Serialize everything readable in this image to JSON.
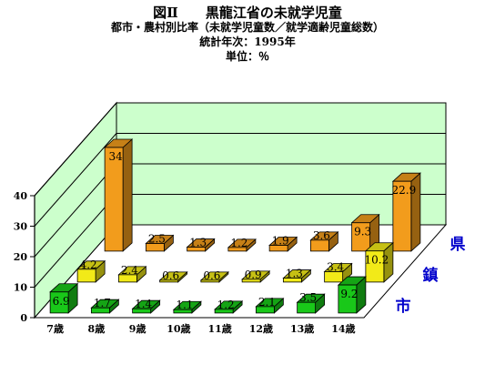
{
  "chart_data": {
    "type": "bar",
    "title": "図Ⅱ　　黒龍江省の未就学児童",
    "subtitle": "都市・農村別比率（未就学児童数／就学適齢児童総数）",
    "stat_year": "統計年次：1995年",
    "unit": "単位：％",
    "categories": [
      "7歳",
      "8歳",
      "9歳",
      "10歳",
      "11歳",
      "12歳",
      "13歳",
      "14歳"
    ],
    "ylim": [
      0,
      40
    ],
    "yticks": [
      "0",
      "10",
      "20",
      "30",
      "40"
    ],
    "series": [
      {
        "name": "市",
        "color": "#19c819",
        "values": [
          6.9,
          1.7,
          1.4,
          1.1,
          1.2,
          2.1,
          3.5,
          9.2
        ]
      },
      {
        "name": "鎮",
        "color": "#f2ea18",
        "values": [
          4.2,
          2.4,
          0.6,
          0.6,
          0.9,
          1.3,
          3.4,
          10.2
        ]
      },
      {
        "name": "県",
        "color": "#f29c1c",
        "values": [
          34,
          2.5,
          1.3,
          1.2,
          1.9,
          3.6,
          9.3,
          22.9
        ]
      }
    ],
    "series_label_color": "#0000cc",
    "wall_color": "#ccffcc",
    "grid": true,
    "legend_placement": "right"
  }
}
